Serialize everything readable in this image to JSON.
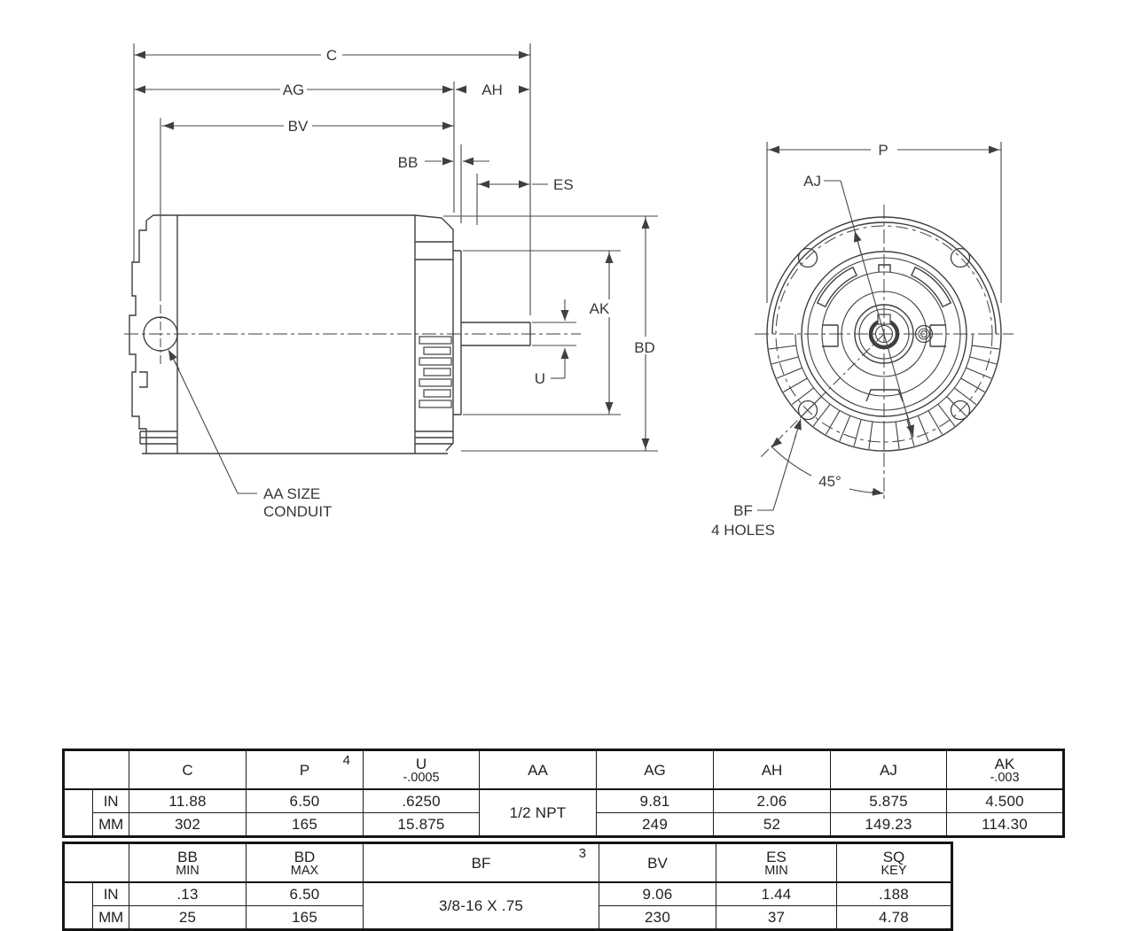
{
  "drawing": {
    "side_view": {
      "dim_c": "C",
      "dim_ag": "AG",
      "dim_ah": "AH",
      "dim_bv": "BV",
      "dim_bb": "BB",
      "dim_es": "ES",
      "dim_ak": "AK",
      "dim_bd": "BD",
      "dim_u": "U",
      "conduit_note_line1": "AA SIZE",
      "conduit_note_line2": "CONDUIT"
    },
    "front_view": {
      "dim_p": "P",
      "dim_aj": "AJ",
      "angle_label": "45°",
      "bf_label": "BF",
      "bf_note": "4 HOLES"
    },
    "line_color": "#3f3f3f"
  },
  "table1": {
    "row_labels": [
      "IN",
      "MM"
    ],
    "columns": [
      {
        "label": "C",
        "sup": "",
        "sub": "",
        "in": "11.88",
        "mm": "302"
      },
      {
        "label": "P",
        "sup": "4",
        "sub": "",
        "in": "6.50",
        "mm": "165"
      },
      {
        "label": "U",
        "sup": "",
        "sub": "-.0005",
        "in": ".6250",
        "mm": "15.875"
      },
      {
        "label": "AA",
        "sup": "",
        "sub": "",
        "span": "1/2 NPT"
      },
      {
        "label": "AG",
        "sup": "",
        "sub": "",
        "in": "9.81",
        "mm": "249"
      },
      {
        "label": "AH",
        "sup": "",
        "sub": "",
        "in": "2.06",
        "mm": "52"
      },
      {
        "label": "AJ",
        "sup": "",
        "sub": "",
        "in": "5.875",
        "mm": "149.23"
      },
      {
        "label": "AK",
        "sup": "",
        "sub": "-.003",
        "in": "4.500",
        "mm": "114.30"
      }
    ]
  },
  "table2": {
    "row_labels": [
      "IN",
      "MM"
    ],
    "columns": [
      {
        "label": "BB",
        "sup": "",
        "sub": "MIN",
        "in": ".13",
        "mm": "25"
      },
      {
        "label": "BD",
        "sup": "",
        "sub": "MAX",
        "in": "6.50",
        "mm": "165"
      },
      {
        "label": "BF",
        "sup": "3",
        "sub": "",
        "span": "3/8-16 X .75"
      },
      {
        "label": "BV",
        "sup": "",
        "sub": "",
        "in": "9.06",
        "mm": "230"
      },
      {
        "label": "ES",
        "sup": "",
        "sub": "MIN",
        "in": "1.44",
        "mm": "37"
      },
      {
        "label": "SQ",
        "sup": "",
        "sub": "KEY",
        "in": ".188",
        "mm": "4.78"
      }
    ]
  }
}
